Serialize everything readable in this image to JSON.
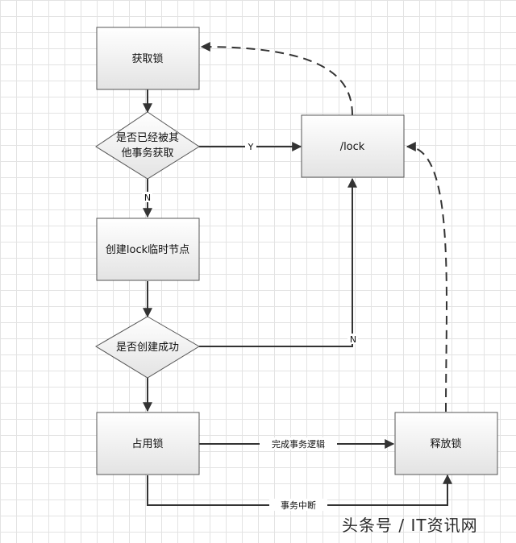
{
  "nodes": {
    "acquire_lock": "获取锁",
    "held_by_other_line1": "是否已经被其",
    "held_by_other_line2": "他事务获取",
    "lock_node": "/lock",
    "create_temp_node": "创建lock临时节点",
    "create_success": "是否创建成功",
    "hold_lock": "占用锁",
    "release_lock": "释放锁"
  },
  "edges": {
    "yes": "Y",
    "no_down": "N",
    "no_right": "N",
    "complete_logic": "完成事务逻辑",
    "interrupted": "事务中断"
  },
  "watermark": "头条号 / IT资讯网",
  "colors": {
    "box_fill_top": "#ffffff",
    "box_fill_bottom": "#e6e6e6",
    "line": "#333333",
    "grid": "#e3e3e3"
  }
}
